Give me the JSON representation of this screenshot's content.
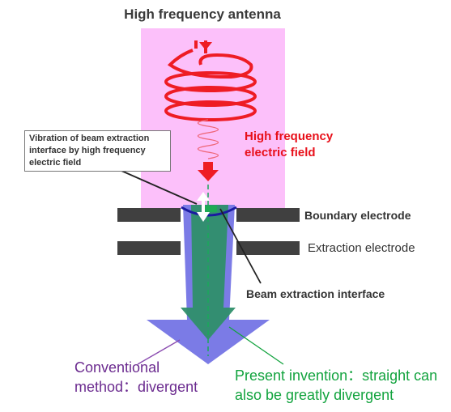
{
  "title": "High frequency antenna",
  "labels": {
    "hf_field": "High frequency electric field",
    "callout": "Vibration of beam extraction interface by high frequency electric field",
    "boundary": "Boundary electrode",
    "extraction": "Extraction electrode",
    "interface": "Beam extraction interface",
    "conventional": "Conventional method：divergent",
    "present": "Present invention：straight can also be greatly divergent"
  },
  "colors": {
    "plasma": "#fcc0fa",
    "coil": "#ee1c24",
    "field_arrow": "#ee1c24",
    "electrode": "#404040",
    "conventional_beam": "#7b7be6",
    "present_beam": "#2a8f66",
    "conventional_text": "#6b2b8f",
    "present_text": "#12a33e"
  }
}
